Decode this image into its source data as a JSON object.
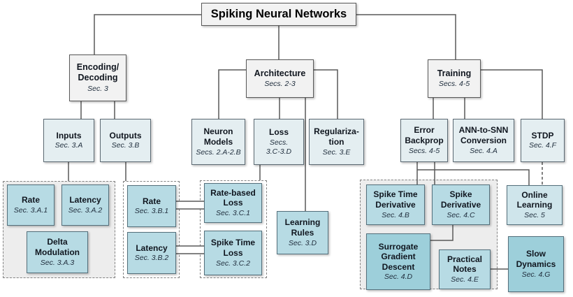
{
  "diagram_title": "Spiking Neural Networks",
  "nodes": {
    "root": {
      "name": "Spiking Neural Networks"
    },
    "encoding": {
      "name": "Encoding/\nDecoding",
      "sec": "Sec. 3"
    },
    "architecture": {
      "name": "Architecture",
      "sec": "Secs. 2-3"
    },
    "training": {
      "name": "Training",
      "sec": "Secs. 4-5"
    },
    "inputs": {
      "name": "Inputs",
      "sec": "Sec. 3.A"
    },
    "outputs": {
      "name": "Outputs",
      "sec": "Sec. 3.B"
    },
    "neuron_models": {
      "name": "Neuron\nModels",
      "sec": "Secs. 2.A-2.B"
    },
    "loss": {
      "name": "Loss",
      "sec": "Secs.\n3.C-3.D"
    },
    "regularization": {
      "name": "Regulariza-\ntion",
      "sec": "Sec. 3.E"
    },
    "error_backprop": {
      "name": "Error\nBackprop",
      "sec": "Secs. 4-5"
    },
    "ann_to_snn": {
      "name": "ANN-to-SNN\nConversion",
      "sec": "Sec. 4.A"
    },
    "stdp": {
      "name": "STDP",
      "sec": "Sec. 4.F"
    },
    "rate_a": {
      "name": "Rate",
      "sec": "Sec. 3.A.1"
    },
    "latency_a": {
      "name": "Latency",
      "sec": "Sec. 3.A.2"
    },
    "delta_modulation": {
      "name": "Delta\nModulation",
      "sec": "Sec. 3.A.3"
    },
    "rate_b": {
      "name": "Rate",
      "sec": "Sec. 3.B.1"
    },
    "latency_b": {
      "name": "Latency",
      "sec": "Sec. 3.B.2"
    },
    "rate_based_loss": {
      "name": "Rate-based\nLoss",
      "sec": "Sec. 3.C.1"
    },
    "spike_time_loss": {
      "name": "Spike Time\nLoss",
      "sec": "Sec. 3.C.2"
    },
    "learning_rules": {
      "name": "Learning\nRules",
      "sec": "Sec. 3.D"
    },
    "spike_time_deriv": {
      "name": "Spike Time\nDerivative",
      "sec": "Sec. 4.B"
    },
    "spike_deriv": {
      "name": "Spike\nDerivative",
      "sec": "Sec. 4.C"
    },
    "surrogate": {
      "name": "Surrogate\nGradient\nDescent",
      "sec": "Sec. 4.D"
    },
    "practical_notes": {
      "name": "Practical\nNotes",
      "sec": "Sec. 4.E"
    },
    "online_learning": {
      "name": "Online\nLearning",
      "sec": "Sec. 5"
    },
    "slow_dynamics": {
      "name": "Slow\nDynamics",
      "sec": "Sec. 4.G"
    }
  },
  "colors": {
    "box_gray": "#f2f2f2",
    "box_pale_blue": "#e4eef1",
    "box_mid_blue": "#b7dbe4",
    "box_deep_blue": "#9dcfda",
    "box_soft_blue": "#cfe5eb",
    "group_fill_gray": "#ededed",
    "connector": "#595959",
    "text_dark": "#10161f",
    "text_section": "#22303f"
  }
}
